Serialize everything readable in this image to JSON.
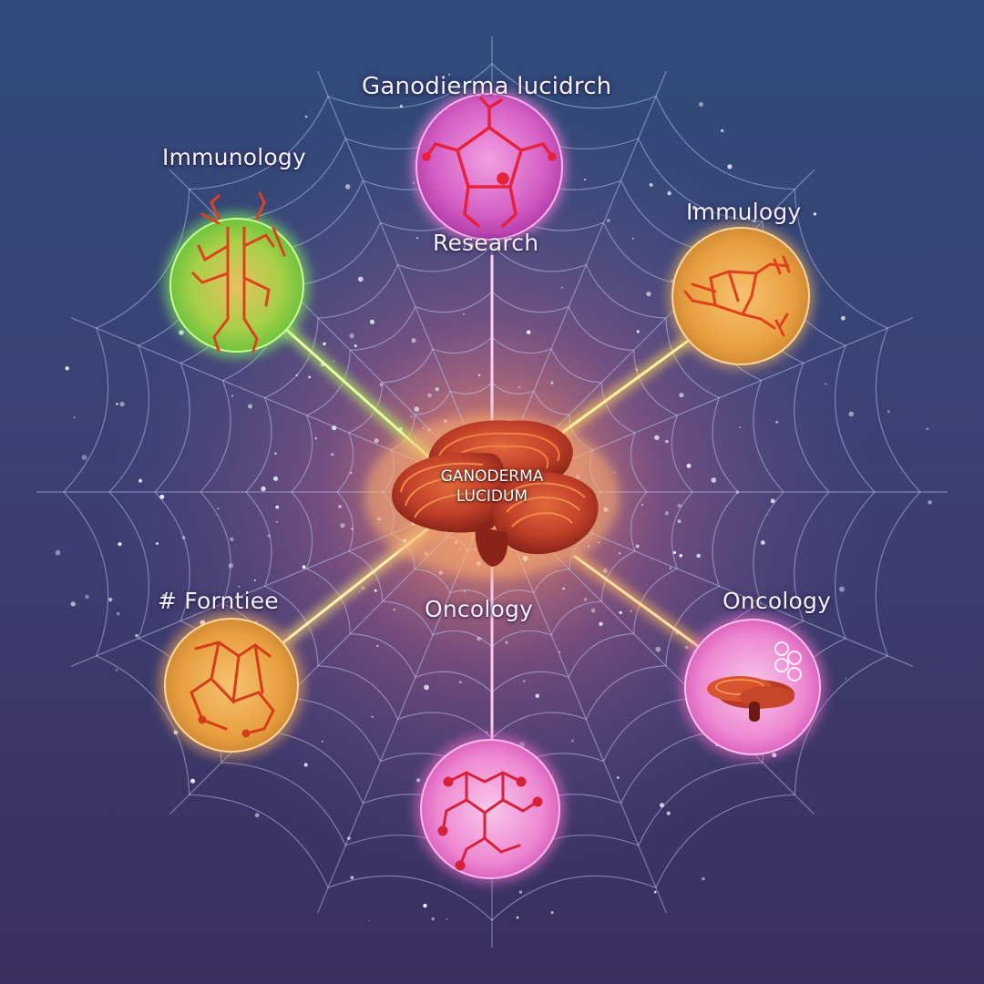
{
  "center": {
    "line1": "GANODERMA",
    "line2": "LUCIDUM",
    "icon": "reishi-mushroom-icon"
  },
  "labels": {
    "top_title": "Ganodierma lucidrch",
    "top_sub": "Research",
    "upper_left": "Immunology",
    "upper_right": "Immulogy",
    "lower_left": "# Forntiee",
    "lower_center": "Oncology",
    "lower_right": "Oncology"
  },
  "nodes": [
    {
      "name": "top-node",
      "color": "#e070d0",
      "icon": "molecule-icon"
    },
    {
      "name": "upper-left-node",
      "color": "#7ddc4a",
      "icon": "molecule-icon"
    },
    {
      "name": "upper-right-node",
      "color": "#f0a840",
      "icon": "molecule-icon"
    },
    {
      "name": "lower-left-node",
      "color": "#f0a040",
      "icon": "molecule-icon"
    },
    {
      "name": "lower-right-node",
      "color": "#e860c0",
      "icon": "reishi-mushroom-icon"
    },
    {
      "name": "bottom-node",
      "color": "#e060c8",
      "icon": "molecule-icon"
    }
  ],
  "colors": {
    "background_top": "#2f4c7a",
    "background_bottom": "#3a2f5e",
    "center_glow": "#ff8a5c",
    "web_lines": "#cfd8ff",
    "mushroom": "#c8452a"
  }
}
